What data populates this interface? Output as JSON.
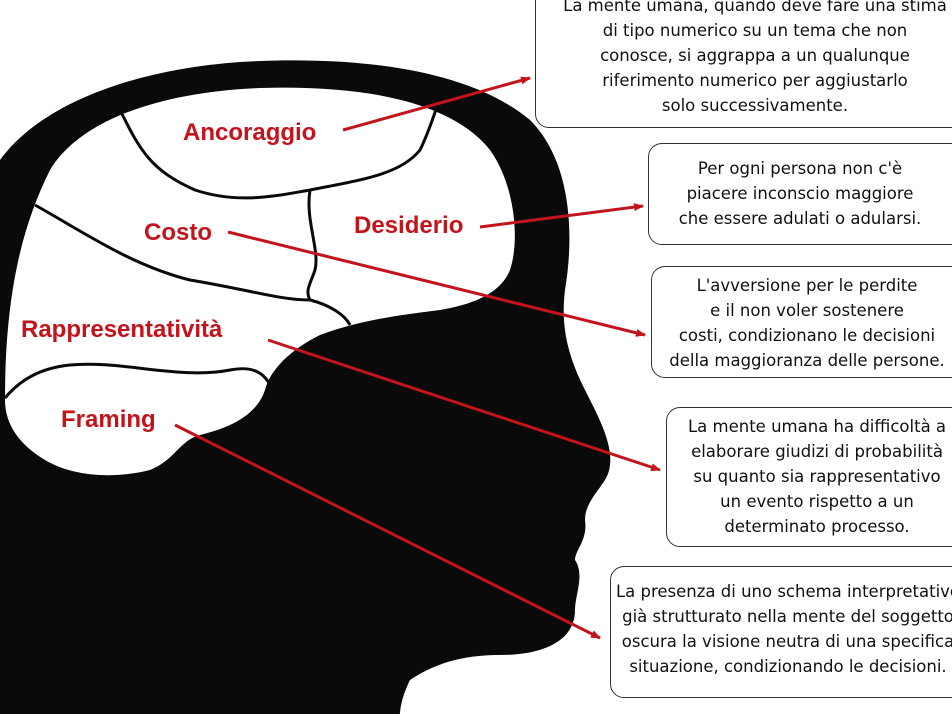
{
  "colors": {
    "silhouette": "#0a0a0a",
    "label": "#c3141c",
    "arrow": "#c3141c",
    "box_border": "#333333"
  },
  "labels": {
    "ancoraggio": "Ancoraggio",
    "costo": "Costo",
    "desiderio": "Desiderio",
    "rappresentativita": "Rappresentatività",
    "framing": "Framing"
  },
  "boxes": {
    "ancoraggio": [
      "La mente umana, quando deve fare una stima",
      "di tipo numerico su un tema che non",
      "conosce, si aggrappa a un qualunque",
      "riferimento numerico per aggiustarlo",
      "solo successivamente."
    ],
    "desiderio": [
      "Per ogni persona non c'è",
      "piacere inconscio maggiore",
      "che essere adulati o adularsi."
    ],
    "costo": [
      "L'avversione per le perdite",
      "e il non voler sostenere",
      "costi, condizionano le decisioni",
      "della maggioranza delle persone."
    ],
    "rappresentativita": [
      "La mente umana ha difficoltà a",
      "elaborare giudizi di probabilità",
      "su quanto sia rappresentativo",
      "un evento rispetto a un",
      "determinato processo."
    ],
    "framing": [
      "La presenza di uno schema interpretativo",
      "già strutturato nella mente del soggetto",
      "oscura la visione neutra di una specifica",
      "situazione, condizionando le decisioni."
    ]
  }
}
